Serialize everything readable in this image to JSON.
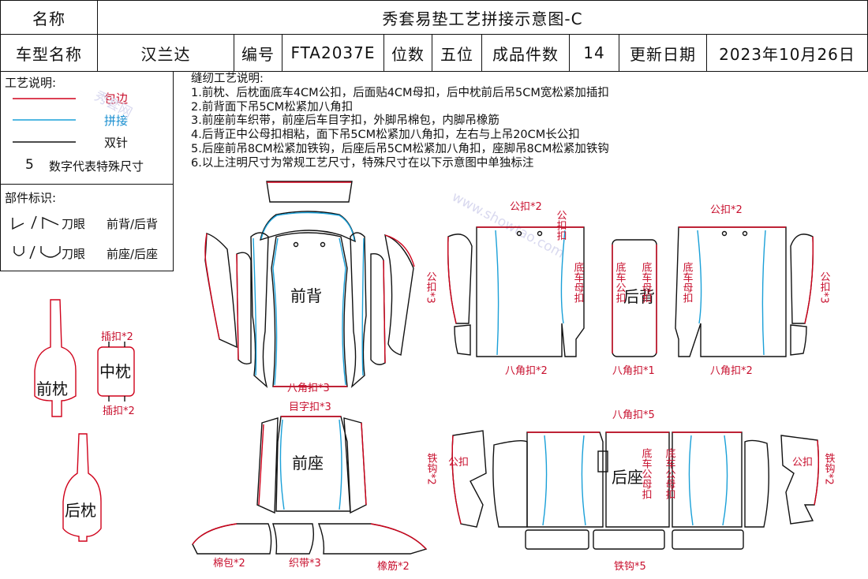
{
  "header": {
    "name_label": "名称",
    "diagram_title": "秀套易垫工艺拼接示意图-C",
    "model_label": "车型名称",
    "model_value": "汉兰达",
    "code_label": "编号",
    "code_value": "FTA2037E",
    "seats_label": "位数",
    "seats_value": "五位",
    "pieces_label": "成品件数",
    "pieces_value": "14",
    "update_label": "更新日期",
    "update_value": "2023年10月26日"
  },
  "legend": {
    "title": "工艺说明:",
    "items": [
      {
        "label": "包边",
        "color": "#d0021b"
      },
      {
        "label": "拼接",
        "color": "#1aa0d8"
      },
      {
        "label": "双针",
        "color": "#111111"
      }
    ],
    "size_number": "5",
    "size_note": "数字代表特殊尺寸"
  },
  "parts_legend": {
    "title": "部件标识:",
    "knife_v_label": "刀眼",
    "knife_v_parts": "前背/后背",
    "knife_u_label": "刀眼",
    "knife_u_parts": "前座/后座"
  },
  "instructions": {
    "title": "缝纫工艺说明:",
    "lines": [
      "1.前枕、后枕面底车4CM公扣，后面贴4CM母扣，后中枕前后吊5CM宽松紧加插扣",
      "2.前背面下吊5CM松紧加八角扣",
      "3.前座前车织带，前座后车目字扣，外脚吊棉包，内脚吊橡筋",
      "4.后背正中公母扣相粘，面下吊5CM松紧加八角扣，左右与上吊20CM长公扣",
      "5.后座前吊8CM松紧加铁钩，后座后吊5CM松紧加八角扣，座脚吊8CM松紧加铁钩",
      "6.以上注明尺寸为常规工艺尺寸，特殊尺寸在以下示意图中单独标注"
    ]
  },
  "parts": {
    "front_back": "前背",
    "front_seat": "前座",
    "rear_back": "后背",
    "rear_seat": "后座",
    "front_pillow": "前枕",
    "middle_pillow": "中枕",
    "rear_pillow": "后枕"
  },
  "annotations": {
    "bajiao_3": "八角扣*3",
    "charou_2_top": "插扣*2",
    "charou_2_bottom": "插扣*2",
    "muzi_3": "目字扣*3",
    "mianbao_2": "棉包*2",
    "zhidai_3": "织带*3",
    "xiangjin_2": "橡筋*2",
    "gongkou_2_left": "公扣*2",
    "gongkou_2_right": "公扣*2",
    "gongkou_3_left": "公扣*3",
    "gongkou_3_right": "公扣*3",
    "gongkou_v": "公扣扣",
    "bajiao_2_left": "八角扣*2",
    "bajiao_1": "八角扣*1",
    "bajiao_2_right": "八角扣*2",
    "diche_mukou_1": "底车母扣",
    "diche_gongkou": "底车公扣",
    "diche_mukou_2": "底车母扣",
    "diche_mukou_3": "底车母扣",
    "bajiao_5": "八角扣*5",
    "tiegou_2_left": "铁钩*2",
    "tiegou_2_right": "铁钩*2",
    "gongkou_left_seat": "公扣",
    "gongkou_right_seat": "公扣",
    "diche_gongmukou_1": "底车公母扣",
    "diche_gongmukou_2": "底车公母扣",
    "tiegou_5": "铁钩*5"
  },
  "watermark": {
    "text_cn": "秀套网",
    "text_url": "www.showtao.com"
  }
}
